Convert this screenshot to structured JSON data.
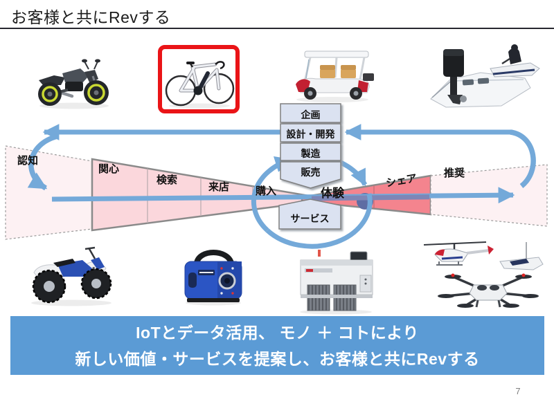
{
  "slide": {
    "title": "お客様と共にRevする",
    "page_number": "7"
  },
  "journey_stages": {
    "ninchi": {
      "label": "認知"
    },
    "kanshin": {
      "label": "関心"
    },
    "kensaku": {
      "label": "検索"
    },
    "raiten": {
      "label": "来店"
    },
    "konyu": {
      "label": "購入"
    },
    "taiken": {
      "label": "体験"
    },
    "share": {
      "label": "シェア"
    },
    "suisho": {
      "label": "推奨"
    }
  },
  "process_chain": {
    "kikaku": {
      "label": "企画"
    },
    "sekkei": {
      "label": "設計・開発"
    },
    "seizo": {
      "label": "製造"
    },
    "hanbai": {
      "label": "販売"
    },
    "service": {
      "label": "サービス"
    }
  },
  "banner": {
    "line1": "IoTとデータ活用、 モノ ＋ コトにより",
    "line2": "新しい価値・サービスを提案し、お客様と共にRevする"
  },
  "products": {
    "top_row": [
      "motorcycle",
      "electric-bicycle-highlighted",
      "golf-car",
      "outboard-jetski-boat"
    ],
    "bottom_row": [
      "atv-quad",
      "portable-generator",
      "surface-mount-machine",
      "unmanned-helicopter-drone-boat"
    ]
  },
  "colors": {
    "banner_blue": "#5b9bd5",
    "arrow_blue": "#74a9d9",
    "funnel_pink": "#fbd7dc",
    "wedge_red": "#f4848e",
    "pale_pink": "#fdf1f3",
    "process_box_fill": "#dbe2f1",
    "highlight_red": "#ea1417",
    "line_over_wedge": "#7d86b6",
    "title_underline": "#27272f"
  }
}
